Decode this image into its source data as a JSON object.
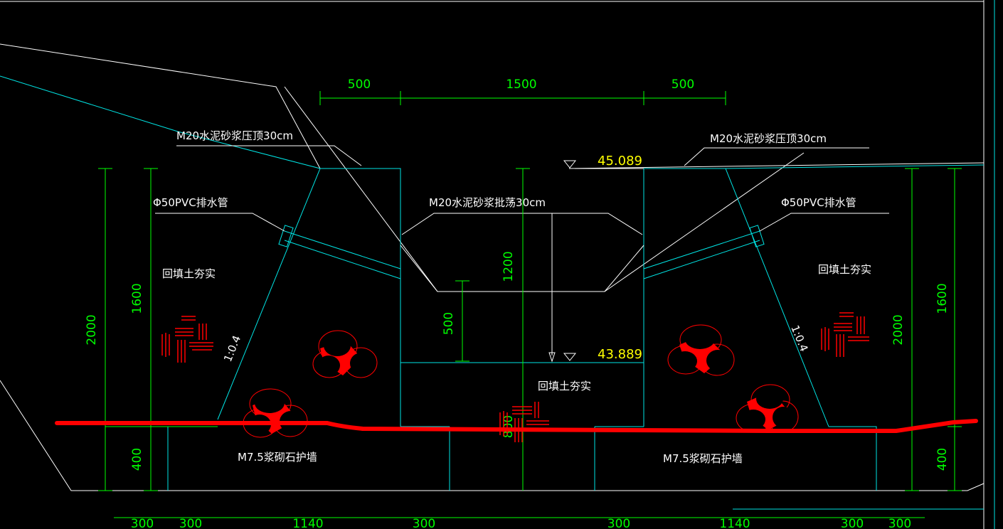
{
  "dimensions": {
    "top_left": "500",
    "top_mid": "1500",
    "top_right": "500",
    "left_total": "2000",
    "left_upper": "1600",
    "left_lower": "400",
    "right_total": "2000",
    "right_upper": "1600",
    "right_lower": "400",
    "channel_depth": "1200",
    "channel_bottom": "500",
    "center_fill": "800",
    "bottom": [
      "300",
      "300",
      "1140",
      "300",
      "300",
      "1140",
      "300",
      "300"
    ]
  },
  "labels": {
    "cap_left": "M20水泥砂浆压顶30cm",
    "cap_right": "M20水泥砂浆压顶30cm",
    "pipe_left": "Φ50PVC排水管",
    "pipe_right": "Φ50PVC排水管",
    "plaster": "M20水泥砂浆批荡30cm",
    "backfill_left": "回填土夯实",
    "backfill_right": "回填土夯实",
    "backfill_center": "回填土夯实",
    "wall_left": "M7.5浆砌石护墙",
    "wall_right": "M7.5浆砌石护墙",
    "slope_left": "1:0.4",
    "slope_right": "1:0.4"
  },
  "elevations": {
    "top": "45.089",
    "bottom": "43.889"
  },
  "colors": {
    "background": "#000000",
    "dimension": "#00ff00",
    "structure": "#00e5e5",
    "annotation": "#ffffff",
    "elevation": "#ffff00",
    "hatch": "#ff0000"
  }
}
